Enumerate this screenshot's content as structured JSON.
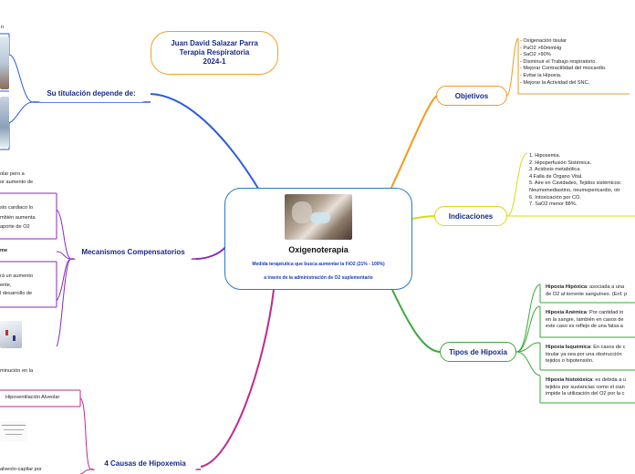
{
  "title_box": {
    "name": "Juan David Salazar Parra",
    "course": "Terapia Respiratoria",
    "period": "2024-1",
    "color": "#f0a020"
  },
  "central": {
    "title": "Oxigenoterapia",
    "line1": "Medida terapéutica que busca aumentar la FiO2 (21% - 100%)",
    "line2": "a través de la administración de O2 suplementario",
    "border_color": "#2a7ac8"
  },
  "branches": {
    "titulacion": {
      "label": "Su titulación depende de:",
      "color": "#2a5ae0"
    },
    "mecanismos": {
      "label": "Mecanismos Compensatorios",
      "color": "#8a2ab8"
    },
    "causas": {
      "label": "4 Causas de Hipoxemia",
      "color": "#c02a8a"
    },
    "objetivos": {
      "label": "Objetivos",
      "color": "#f39a1e"
    },
    "indicaciones": {
      "label": "Indicaciones",
      "color": "#d8d81a"
    },
    "tipos": {
      "label": "Tipos de Hipoxia",
      "color": "#3aa83a"
    }
  },
  "objetivos_items": [
    "- Oxigenación tisular",
    "- PaO2 >60mmHg",
    "- SaO2 >90%",
    "- Disminuir el Trabajo respiratorio.",
    "- Mejorar Contractilidad del miocardio.",
    "- Evitar la Hipoxia.",
    "- Mejorar la Actividad del SNC."
  ],
  "indicaciones_items": [
    "1. Hipoxemia.",
    "2. Hipoperfusión Sistémica.",
    "3. Acidosis metabólica.",
    "4.Falla de Órgano Vital.",
    "5. Aire en Cavidades, Tejidos sistémicos:",
    "Neumomediastino, neumopericardio, otr",
    "6. Intoxicación por CO.",
    "7. SaO2 menor 88%."
  ],
  "tipos_items": [
    {
      "term": "Hipoxia Hipóxica",
      "lines": [
        ": asociada a una",
        "de O2 al torrente sanguíneo. (Enf. p"
      ]
    },
    {
      "term": "Hipoxia Anémica",
      "lines": [
        ": Por cantidad in",
        "en la sangre, también en casos de",
        "este caso es reflejo de una falsa a"
      ]
    },
    {
      "term": "Hipoxia Isquémica",
      "lines": [
        ": En casos de c",
        "tisular ya sea por una obstrucción",
        "tejidos o hipotensión."
      ]
    },
    {
      "term": "Hipoxia histotóxica",
      "lines": [
        ": es debida a u",
        "tejidos por sustancias como el cian",
        "impide la utilización del O2 por la c"
      ]
    }
  ],
  "left_fragments": {
    "top_n": "n",
    "alveolar_pero": "olar pero a",
    "aumento_de": "or aumento de",
    "gasto": "sto cardiaco lo",
    "tambien": "mbién aumenta",
    "aporte": "aporte de O2",
    "me": "me",
    "aumento": "rá un aumento",
    "ente": "ente,",
    "desarrollo": "l desarrollo de",
    "disminucion": "minución en la",
    "hipoventilacion": "Hipoventilación Alveolar",
    "alveolo": "alveolo-capilar por"
  }
}
